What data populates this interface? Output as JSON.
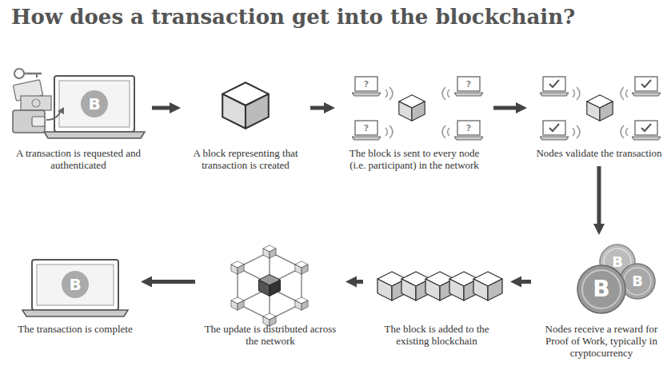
{
  "diagram": {
    "title": "How does a transaction get into the blockchain?",
    "nodes": [
      {
        "text": [
          "A transaction is requested and authenticated"
        ]
      },
      {
        "text": [
          "A block representing that transaction is created"
        ]
      },
      {
        "text": [
          "The block is sent to every node (i.e. participant) in the network"
        ]
      },
      {
        "text": [
          "Nodes validate the transaction"
        ]
      },
      {
        "text": [
          "Nodes receive a reward for Proof of Work, typically in cryptocurrency"
        ]
      },
      {
        "text": [
          "The block is added to the existing blockchain"
        ]
      },
      {
        "text": [
          "The update is distributed across the network"
        ]
      },
      {
        "text": [
          "The transaction is complete"
        ]
      }
    ],
    "edges": [
      {
        "from": 0,
        "to": 1,
        "arrow": "to"
      },
      {
        "from": 1,
        "to": 2,
        "arrow": "to"
      },
      {
        "from": 2,
        "to": 3,
        "arrow": "to"
      },
      {
        "from": 3,
        "to": 4,
        "arrow": "to"
      },
      {
        "from": 4,
        "to": 5,
        "arrow": "to"
      },
      {
        "from": 5,
        "to": 6,
        "arrow": "to"
      },
      {
        "from": 6,
        "to": 7,
        "arrow": "to"
      }
    ],
    "labels": [
      "B",
      "?",
      "?",
      "?",
      "?",
      "B",
      "B",
      "B",
      "B"
    ]
  }
}
